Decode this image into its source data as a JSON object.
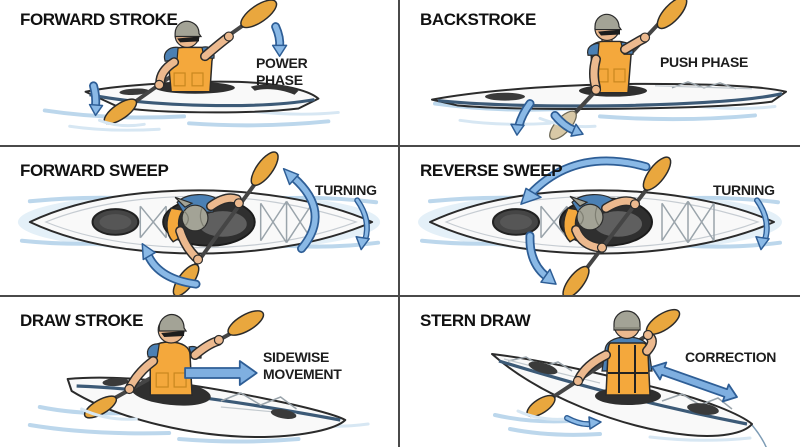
{
  "diagram": {
    "colors": {
      "arrow_blue": "#8ab9e6",
      "arrow_outline": "#2e5e96",
      "vest_orange": "#f4a83c",
      "shirt_blue": "#4b80b4",
      "blade_orange": "#e9a73e",
      "hull_stripe_navy": "#3c5a77",
      "grid_line": "#4a4a4a",
      "text": "#111111",
      "background": "#ffffff"
    }
  },
  "panels": [
    {
      "title": "FORWARD STROKE",
      "annotation": "POWER\nPHASE"
    },
    {
      "title": "BACKSTROKE",
      "annotation": "PUSH PHASE"
    },
    {
      "title": "FORWARD SWEEP",
      "annotation": "TURNING"
    },
    {
      "title": "REVERSE SWEEP",
      "annotation": "TURNING"
    },
    {
      "title": "DRAW STROKE",
      "annotation": "SIDEWISE\nMOVEMENT"
    },
    {
      "title": "STERN DRAW",
      "annotation": "CORRECTION"
    }
  ]
}
